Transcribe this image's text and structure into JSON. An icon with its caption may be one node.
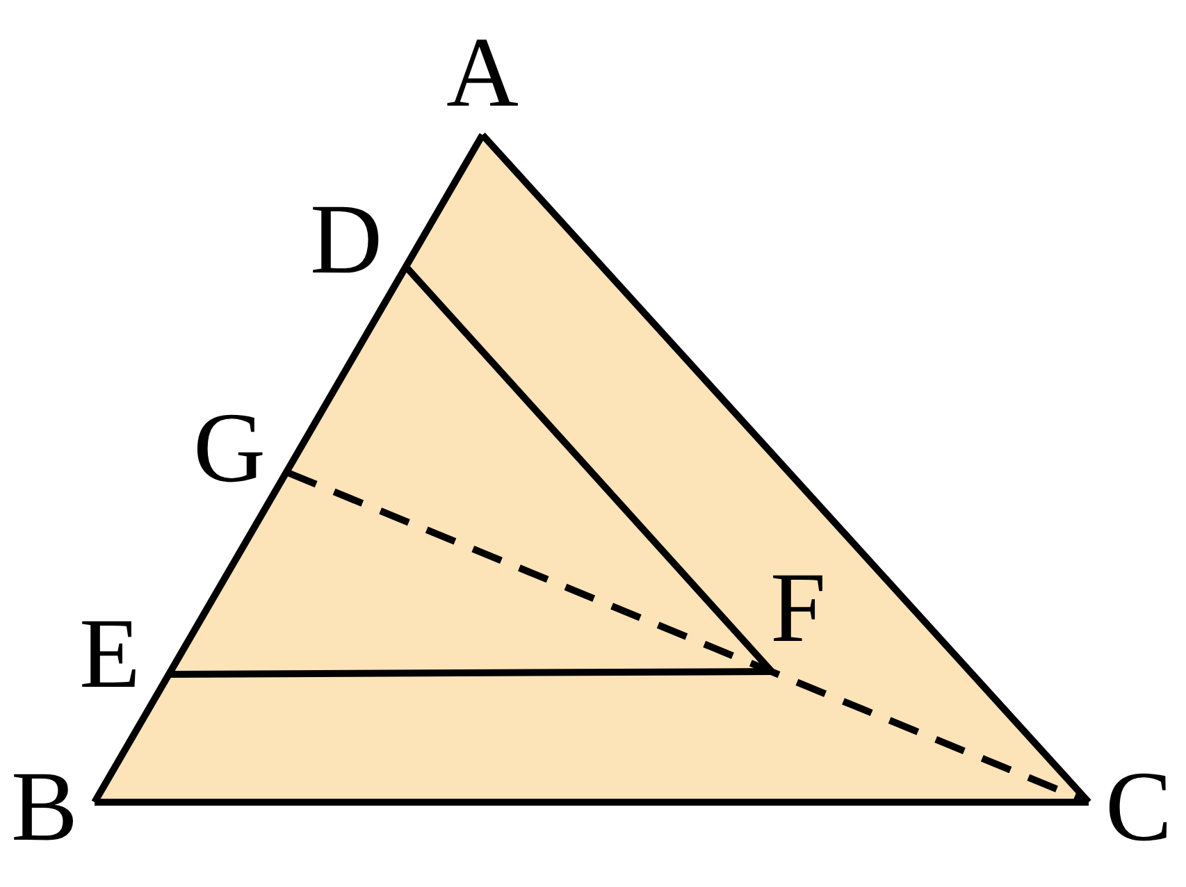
{
  "diagram": {
    "nodes": [
      {
        "text": [
          "A"
        ]
      },
      {
        "text": [
          "D"
        ]
      },
      {
        "text": [
          "G"
        ]
      },
      {
        "text": [
          "F"
        ]
      },
      {
        "text": [
          "E"
        ]
      },
      {
        "text": [
          "B"
        ]
      },
      {
        "text": [
          "C"
        ]
      }
    ],
    "edges": [
      {
        "from": 0,
        "to": 5,
        "arrow": "none"
      },
      {
        "from": 0,
        "to": 6,
        "arrow": "none"
      },
      {
        "from": 5,
        "to": 6,
        "arrow": "none"
      },
      {
        "from": 1,
        "to": 3,
        "arrow": "none"
      },
      {
        "from": 4,
        "to": 3,
        "arrow": "none"
      },
      {
        "from": 2,
        "to": 6,
        "arrow": "none",
        "style": "dashed"
      }
    ]
  }
}
